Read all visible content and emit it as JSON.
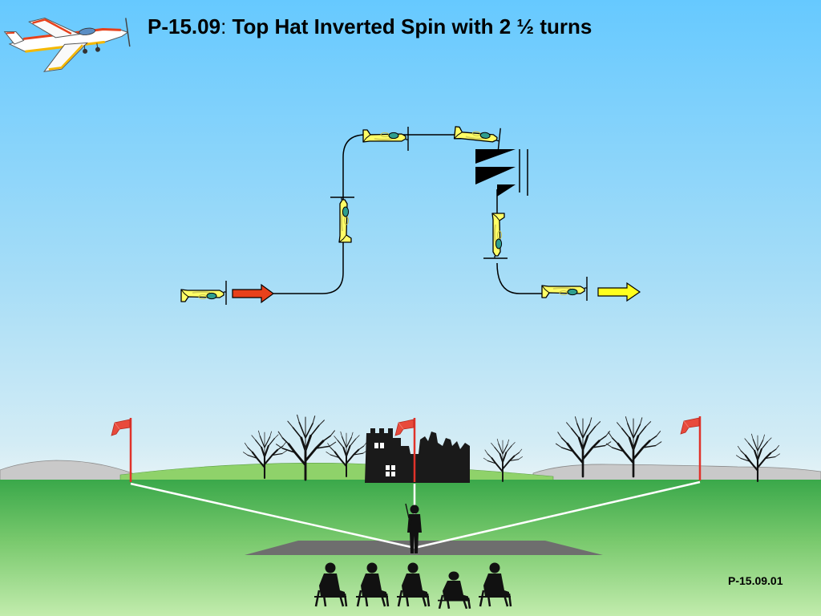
{
  "title": {
    "figure_id": "P-15.09",
    "separator": ":",
    "name": "Top Hat Inverted Spin with 2 ½ turns"
  },
  "figure_code": "P-15.09.01",
  "colors": {
    "entry_arrow": "#e8411b",
    "exit_arrow": "#ffff1e",
    "plane_body": "#ffff66",
    "plane_canopy": "#2e9e8e",
    "flag": "#e84a3c",
    "grass_light": "#b9e7a0",
    "grass_dark": "#3aa84a",
    "runway": "#707070"
  }
}
